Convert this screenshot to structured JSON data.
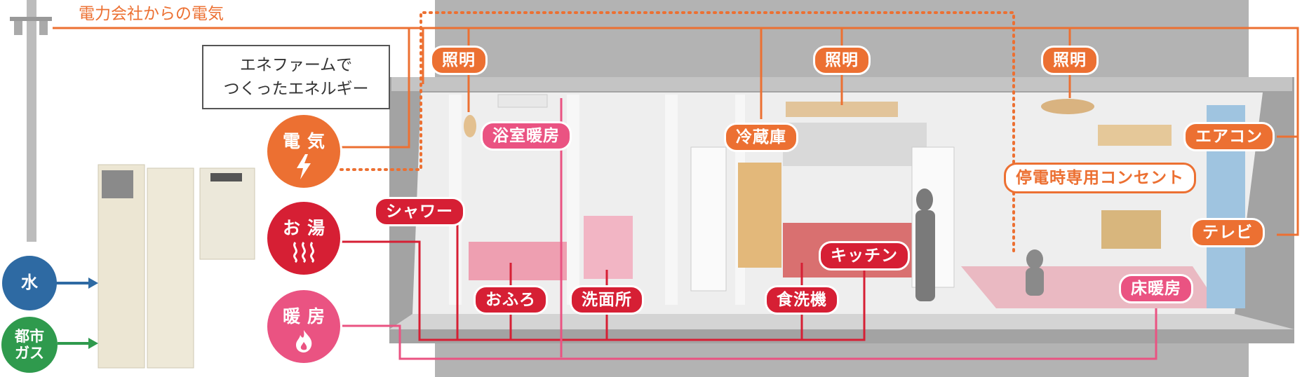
{
  "top_label": "電力会社からの電気",
  "enefarm_box": {
    "line1": "エネファームで",
    "line2": "つくったエネルギー"
  },
  "sources": {
    "water": "水",
    "gas_line1": "都市",
    "gas_line2": "ガス"
  },
  "circles": {
    "electricity": "電気",
    "hot_water": "お湯",
    "heating": "暖房"
  },
  "labels": {
    "light_1": "照明",
    "light_2": "照明",
    "light_3": "照明",
    "bathroom_heater": "浴室暖房",
    "fridge": "冷蔵庫",
    "aircon": "エアコン",
    "outage_outlet": "停電時専用コンセント",
    "tv": "テレビ",
    "shower": "シャワー",
    "kitchen": "キッチン",
    "bath": "おふろ",
    "washroom": "洗面所",
    "dishwasher": "食洗機",
    "floor_heating": "床暖房"
  },
  "colors": {
    "electricity": "#ec7032",
    "hot_water": "#d61f34",
    "heating": "#ea5382",
    "water": "#2e6aa3",
    "gas": "#2f9a4d",
    "house_gray": "#a6a6a6"
  },
  "icons": [
    "lightning-icon",
    "steam-icon",
    "flame-icon"
  ]
}
